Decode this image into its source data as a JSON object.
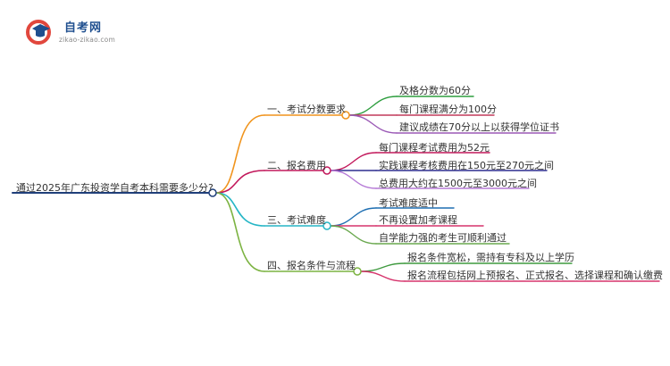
{
  "logo": {
    "icon": "graduation-cap-logo",
    "name": "自考网",
    "url": "zikao-zikao.com"
  },
  "root": {
    "text": "通过2025年广东投资学自考本科需要多少分?"
  },
  "branches": [
    {
      "label": "一、考试分数要求",
      "color": "#f0941d",
      "children": [
        {
          "text": "及格分数为60分",
          "color": "#2e9e3f"
        },
        {
          "text": "每门课程满分为100分",
          "color": "#c23a5a"
        },
        {
          "text": "建议成绩在70分以上以获得学位证书",
          "color": "#9b59b6"
        }
      ]
    },
    {
      "label": "二、报名费用",
      "color": "#c2185b",
      "children": [
        {
          "text": "每门课程考试费用为52元",
          "color": "#c2185b"
        },
        {
          "text": "实践课程考核费用在150元至270元之间",
          "color": "#2d2d8f"
        },
        {
          "text": "总费用大约在1500元至3000元之间",
          "color": "#b57ad6"
        }
      ]
    },
    {
      "label": "三、考试难度",
      "color": "#26b6c6",
      "children": [
        {
          "text": "考试难度适中",
          "color": "#1f6fb2"
        },
        {
          "text": "不再设置加考课程",
          "color": "#d6336c"
        },
        {
          "text": "自学能力强的考生可顺利通过",
          "color": "#6aa84f"
        }
      ]
    },
    {
      "label": "四、报名条件与流程",
      "color": "#7cb342",
      "children": [
        {
          "text": "报名条件宽松，需持有专科及以上学历",
          "color": "#3f9a3f"
        },
        {
          "text": "报名流程包括网上预报名、正式报名、选择课程和确认缴费",
          "color": "#d6336c"
        }
      ]
    }
  ],
  "colors": {
    "root_underline": "#1f3f7a",
    "node_fill": "#ffffff"
  }
}
